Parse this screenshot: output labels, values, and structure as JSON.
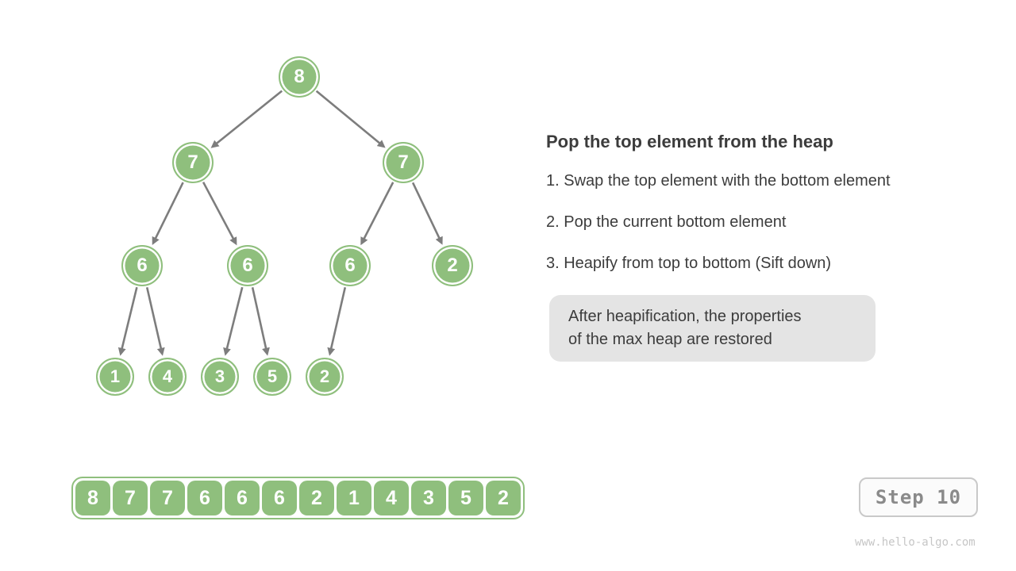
{
  "panel": {
    "heading": "Pop the top element from the heap",
    "steps": [
      "1. Swap the top element with the bottom element",
      "2. Pop the current bottom element",
      "3. Heapify from top to bottom (Sift down)"
    ],
    "note_lines": [
      "After heapification, the properties",
      "of the max heap are restored"
    ]
  },
  "tree": {
    "node_values": [
      8,
      7,
      7,
      6,
      6,
      6,
      2,
      1,
      4,
      3,
      5,
      2
    ],
    "edges": [
      [
        0,
        1
      ],
      [
        0,
        2
      ],
      [
        1,
        3
      ],
      [
        1,
        4
      ],
      [
        2,
        5
      ],
      [
        2,
        6
      ],
      [
        3,
        7
      ],
      [
        3,
        8
      ],
      [
        4,
        9
      ],
      [
        4,
        10
      ],
      [
        5,
        11
      ]
    ]
  },
  "array": {
    "values": [
      8,
      7,
      7,
      6,
      6,
      6,
      2,
      1,
      4,
      3,
      5,
      2
    ]
  },
  "step_badge": {
    "label": "Step 10"
  },
  "watermark": "www.hello-algo.com",
  "colors": {
    "node_green": "#8FBF7D",
    "node_text": "#FFFFFF",
    "arrow_gray": "#7D7D7D",
    "text_dark": "#3C3C3C",
    "note_bg": "#E4E4E4",
    "step_text": "#8A8A8A",
    "step_border": "#C9C9C9",
    "watermark_gray": "#C6C6C6"
  }
}
